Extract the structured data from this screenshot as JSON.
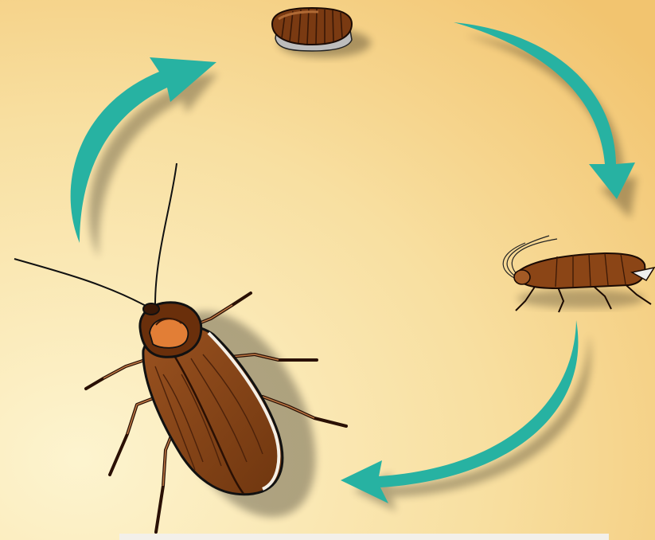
{
  "diagram": {
    "type": "life-cycle",
    "subject": "cockroach",
    "stages": [
      {
        "id": "egg-case",
        "icon": "ootheca-icon"
      },
      {
        "id": "nymph",
        "icon": "nymph-cockroach-icon"
      },
      {
        "id": "adult",
        "icon": "adult-cockroach-icon"
      }
    ],
    "arrows": [
      {
        "from": "egg-case",
        "to": "nymph",
        "icon": "cycle-arrow-icon"
      },
      {
        "from": "nymph",
        "to": "adult",
        "icon": "cycle-arrow-icon"
      },
      {
        "from": "adult",
        "to": "egg-case",
        "icon": "cycle-arrow-icon"
      }
    ],
    "colors": {
      "background_light": "#fbf1c9",
      "background_warm": "#f3c877",
      "arrow": "#27b2a2",
      "body_brown": "#8b4516",
      "body_dark": "#4d220a",
      "head_orange": "#e27e36",
      "outline": "#000000"
    }
  }
}
